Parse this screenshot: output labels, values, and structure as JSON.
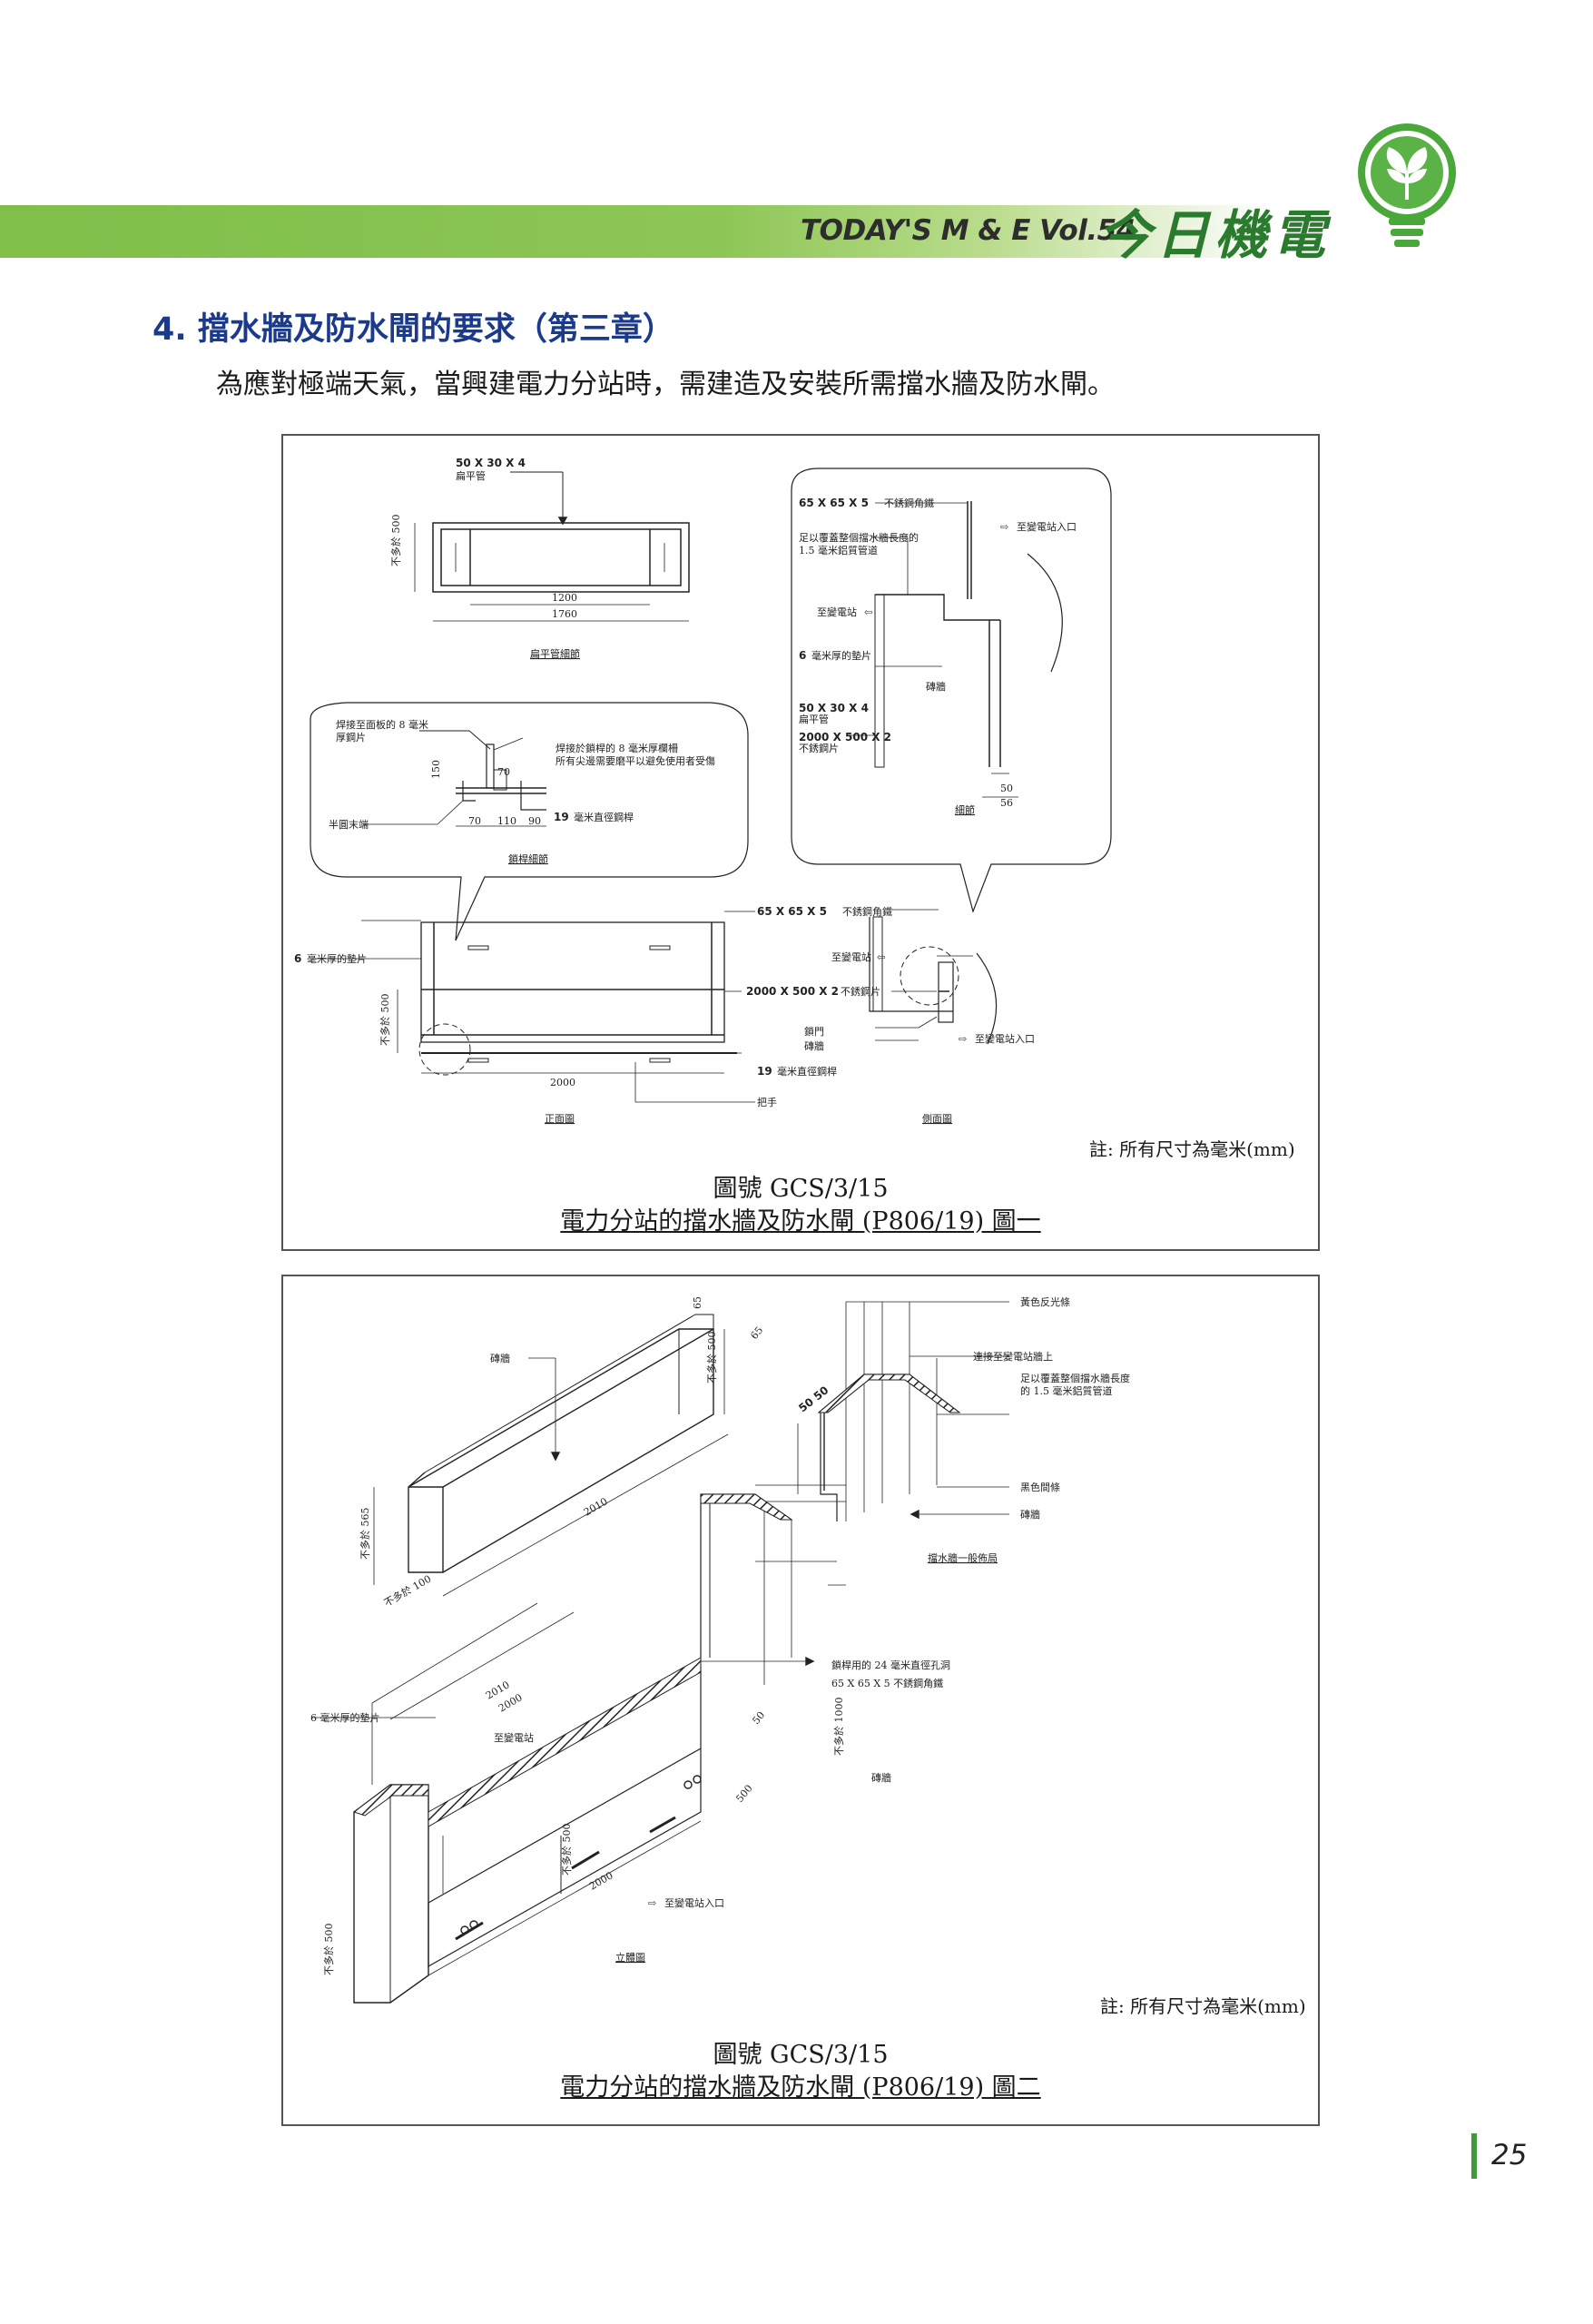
{
  "header": {
    "magazine_title": "TODAY'S M & E  Vol.54",
    "brand": "今日機電"
  },
  "section": {
    "title": "4.  擋水牆及防水閘的要求（第三章）",
    "intro": "為應對極端天氣，當興建電力分站時，需建造及安裝所需擋水牆及防水閘。"
  },
  "figure1": {
    "labels": {
      "tube_spec": "50 X 30 X 4",
      "tube_name": "扁平管",
      "height_min": "不多於 500",
      "dim_inner": "1200",
      "dim_outer": "1760",
      "tube_detail": "扁平管細節",
      "weld_plate": "焊接至面板的 8 毫米",
      "weld_plate2": "厚鋼片",
      "weld_warning": "焊接於鎖桿的 8 毫米厚欄柵",
      "weld_warning2": "所有尖邊需要磨平以避免使用者受傷",
      "dim_150": "150",
      "dim_70": "70",
      "dim_70b": "70",
      "dim_110": "110",
      "dim_90": "90",
      "round_end": "半圓末端",
      "rod_19": "19",
      "rod_19_desc": "毫米直徑鋼桿",
      "lock_detail": "鎖桿細節",
      "angle_spec": "65 X 65 X 5",
      "angle_desc": "不銹鋼角鐵",
      "to_entrance": "至變電站入口",
      "pipe_note": "足以覆蓋整個擋水牆長度的",
      "pipe_note2": "1.5 毫米鋁質管道",
      "to_substation": "至變電站",
      "pad_6": "6",
      "pad_desc": "毫米厚的墊片",
      "brick_wall": "磚牆",
      "tube_spec2": "50 X 30 X 4",
      "tube_name2": "扁平管",
      "plate_spec": "2000 X 500 X 2",
      "plate_desc": "不銹鋼片",
      "dim_50": "50",
      "dim_56": "56",
      "detail": "細節",
      "front_angle": "65 X 65 X 5",
      "front_angle_desc": "不銹鋼角鐵",
      "front_to_sub": "至變電站",
      "front_pad": "6",
      "front_pad_desc": "毫米厚的墊片",
      "front_plate": "2000 X 500 X 2",
      "front_plate_desc": "不銹鋼片",
      "front_lock": "鎖門",
      "front_brick": "磚牆",
      "front_entrance": "至變電站入口",
      "front_height": "不多於 500",
      "front_width": "2000",
      "front_rod": "19",
      "front_rod_desc": "毫米直徑鋼桿",
      "handle": "把手",
      "front_view": "正面圖",
      "side_view": "側面圖"
    },
    "note": "註:  所有尺寸為毫米(mm)",
    "caption_line1": "圖號 GCS/3/15",
    "caption_line2": "電力分站的擋水牆及防水閘 (P806/19) 圖一"
  },
  "figure2": {
    "labels": {
      "brick_wall": "磚牆",
      "dim_65": "65",
      "dim_500": "不多於 500",
      "dim_65b": "65",
      "dim_565": "不多於 565",
      "dim_2010": "2010",
      "dim_100": "不多於 100",
      "yellow_strip": "黃色反光條",
      "attach": "連接至變電站牆上",
      "pipe_note": "足以覆蓋整個擋水牆長度",
      "pipe_note2": "的 1.5 毫米鋁質管道",
      "dim_50_50": "50 50",
      "black_strip": "黑色間條",
      "brick_wall2": "磚牆",
      "wall_layout": "擋水牆一般佈局",
      "pad_6": "6 毫米厚的墊片",
      "to_sub": "至變電站",
      "dim_2010b": "2010",
      "dim_2000": "2000",
      "hole": "鎖桿用的 24 毫米直徑孔洞",
      "angle": "65 X 65 X 5 不銹鋼角鐵",
      "dim_50": "50",
      "dim_1000": "不多於 1000",
      "brick_wall3": "磚牆",
      "dim_500b": "不多於 500",
      "dim_500c": "不多於 500",
      "dim_2000b": "2000",
      "dim_500d": "500",
      "to_entrance": "至變電站入口",
      "iso_view": "立體圖"
    },
    "note": "註: 所有尺寸為毫米(mm)",
    "caption_line1": "圖號 GCS/3/15",
    "caption_line2": "電力分站的擋水牆及防水閘 (P806/19) 圖二"
  },
  "footer": {
    "page_number": "25"
  },
  "colors": {
    "header_green": "#8dc655",
    "brand_green": "#2a7b2d",
    "title_blue": "#1b3a8c"
  }
}
